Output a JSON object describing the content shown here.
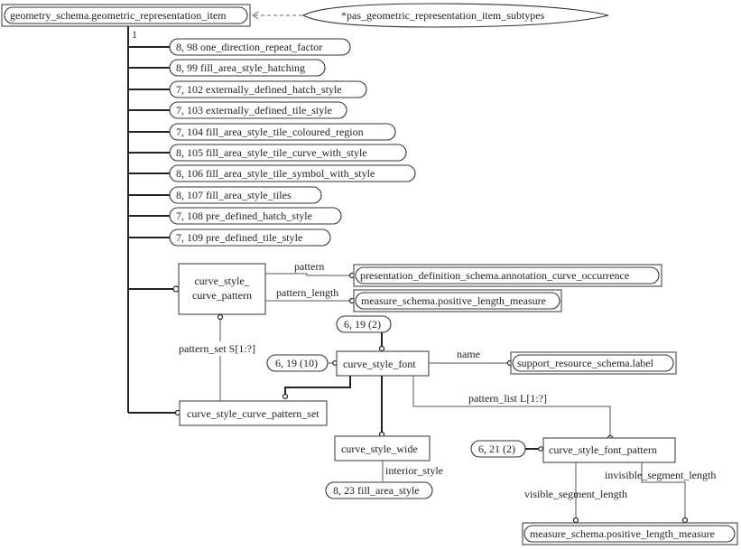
{
  "diagram": {
    "root_entity": "geometry_schema.geometric_representation_item",
    "subtype_constraint": "*pas_geometric_representation_item_subtypes",
    "cardinality_label": "1",
    "subtype_refs": [
      "8, 98 one_direction_repeat_factor",
      "8, 99 fill_area_style_hatching",
      "7, 102 externally_defined_hatch_style",
      "7, 103 externally_defined_tile_style",
      "7, 104 fill_area_style_tile_coloured_region",
      "8, 105 fill_area_style_tile_curve_with_style",
      "8, 106 fill_area_style_tile_symbol_with_style",
      "8, 107 fill_area_style_tiles",
      "7, 108 pre_defined_hatch_style",
      "7, 109 pre_defined_tile_style"
    ],
    "entities": {
      "curve_style_curve_pattern_line1": "curve_style_",
      "curve_style_curve_pattern_line2": "curve_pattern",
      "curve_style_curve_pattern_set": "curve_style_curve_pattern_set",
      "curve_style_font": "curve_style_font",
      "curve_style_wide": "curve_style_wide",
      "curve_style_font_pattern": "curve_style_font_pattern"
    },
    "external_types": {
      "annotation_curve_occurrence": "presentation_definition_schema.annotation_curve_occurrence",
      "positive_length_measure_1": "measure_schema.positive_length_measure",
      "label": "support_resource_schema.label",
      "positive_length_measure_2": "measure_schema.positive_length_measure"
    },
    "page_refs": {
      "ref_6_19_2": "6, 19 (2)",
      "ref_6_19_10": "6, 19 (10)",
      "ref_6_21_2": "6, 21 (2)",
      "ref_8_23": "8, 23 fill_area_style"
    },
    "attributes": {
      "pattern": "pattern",
      "pattern_length": "pattern_length",
      "pattern_set": "pattern_set S[1:?]",
      "name": "name",
      "pattern_list": "pattern_list L[1:?]",
      "interior_style": "interior_style",
      "invisible_segment_length": "invisible_segment_length",
      "visible_segment_length": "visible_segment_length"
    }
  }
}
